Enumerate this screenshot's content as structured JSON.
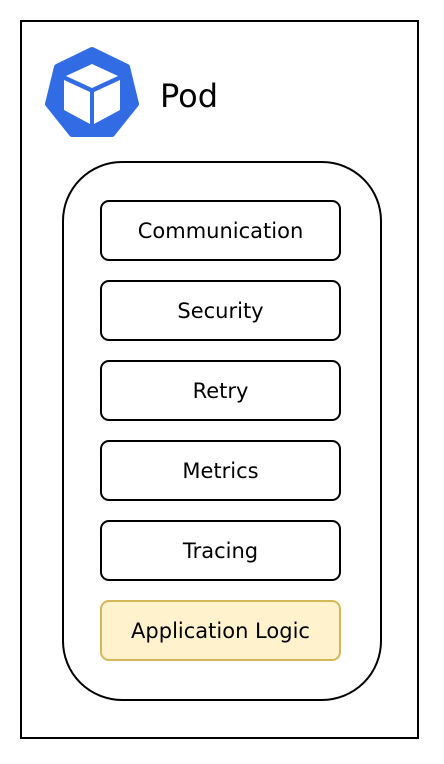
{
  "pod": {
    "title": "Pod",
    "logo_icon": "kubernetes-pod-cube-icon",
    "logo_color": "#326ce5"
  },
  "modules": [
    {
      "label": "Communication"
    },
    {
      "label": "Security"
    },
    {
      "label": "Retry"
    },
    {
      "label": "Metrics"
    },
    {
      "label": "Tracing"
    },
    {
      "label": "Application Logic",
      "fill": "#fff2cc",
      "stroke": "#d6b656"
    }
  ]
}
